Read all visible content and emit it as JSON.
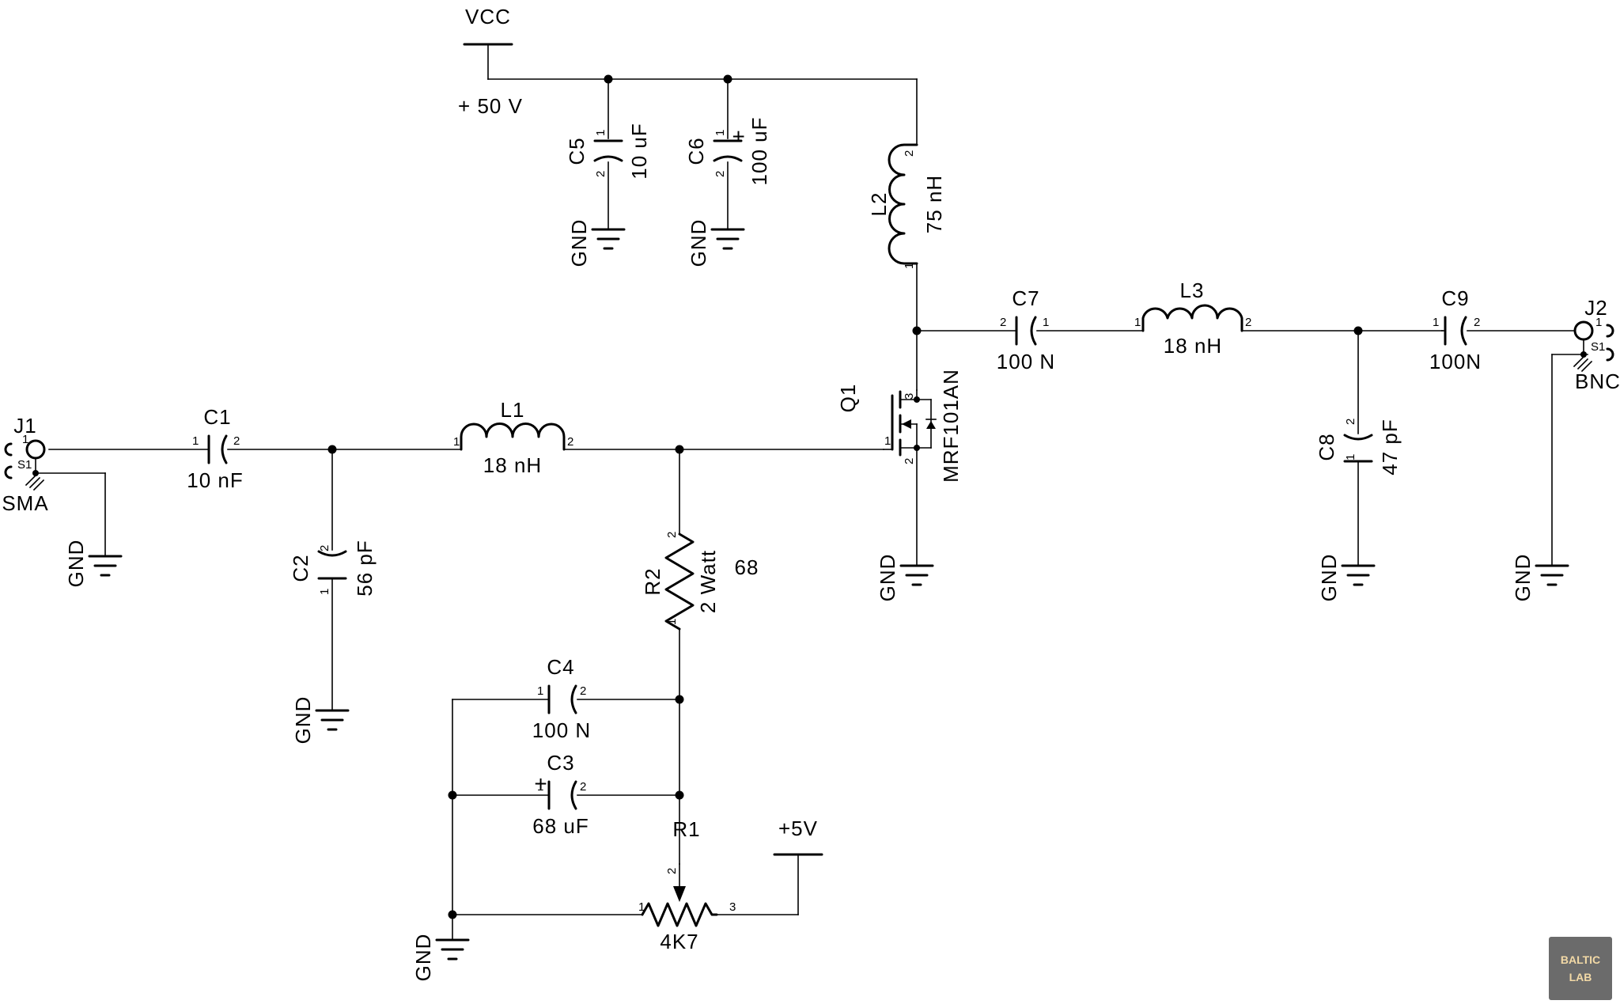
{
  "power": {
    "vcc_label": "VCC",
    "vcc_voltage": "+ 50 V",
    "p5v_label": "+5V"
  },
  "gnd_label": "GND",
  "connectors": {
    "j1": {
      "ref": "J1",
      "type": "SMA"
    },
    "j2": {
      "ref": "J2",
      "type": "BNC"
    },
    "shield_pin": "S1"
  },
  "components": {
    "c1": {
      "ref": "C1",
      "value": "10 nF"
    },
    "c2": {
      "ref": "C2",
      "value": "56 pF"
    },
    "c3": {
      "ref": "C3",
      "value": "68 uF"
    },
    "c4": {
      "ref": "C4",
      "value": "100 N"
    },
    "c5": {
      "ref": "C5",
      "value": "10 uF"
    },
    "c6": {
      "ref": "C6",
      "value": "100 uF"
    },
    "c7": {
      "ref": "C7",
      "value": "100 N"
    },
    "c8": {
      "ref": "C8",
      "value": "47 pF"
    },
    "c9": {
      "ref": "C9",
      "value": "100N"
    },
    "l1": {
      "ref": "L1",
      "value": "18 nH"
    },
    "l2": {
      "ref": "L2",
      "value": "75 nH"
    },
    "l3": {
      "ref": "L3",
      "value": "18 nH"
    },
    "r1": {
      "ref": "R1",
      "value": "4K7"
    },
    "r2": {
      "ref": "R2",
      "value": "68",
      "rating": "2 Watt"
    },
    "q1": {
      "ref": "Q1",
      "part": "MRF101AN"
    }
  },
  "pins": {
    "p1": "1",
    "p2": "2",
    "p3": "3",
    "plus": "+"
  },
  "logo": {
    "line1": "BALTIC",
    "line2": "LAB"
  }
}
